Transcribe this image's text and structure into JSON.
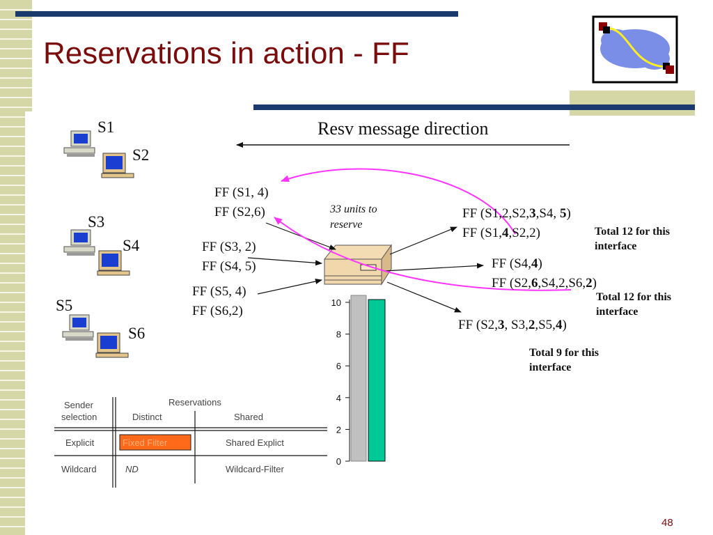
{
  "slide": {
    "title": "Reservations in action - FF",
    "page_number": "48"
  },
  "header": {
    "resv_direction": "Resv message direction"
  },
  "hosts": {
    "s1": "S1",
    "s2": "S2",
    "s3": "S3",
    "s4": "S4",
    "s5": "S5",
    "s6": "S6"
  },
  "left_flows": {
    "l1": "FF (S1, 4)",
    "l2": "FF (S2,6)",
    "l3": "FF (S3, 2)",
    "l4": "FF (S4, 5)",
    "l5": "FF (S5, 4)",
    "l6": "FF (S6,2)"
  },
  "router_note": {
    "line1": "33 units to",
    "line2": "reserve"
  },
  "right_flows": {
    "r1": [
      "FF (S1,2,S2,",
      "3",
      ",S4, ",
      "5",
      ")"
    ],
    "r2": [
      "FF (S1,",
      "4",
      ",S2,2)"
    ],
    "r3": [
      "FF (S4,",
      "4",
      ")"
    ],
    "r4": [
      "FF (S2,",
      "6",
      ",S4,2,S6,",
      "2",
      ")"
    ],
    "r5": [
      "FF (S2,",
      "3",
      ", S3,",
      "2",
      ",S5,",
      "4",
      ")"
    ]
  },
  "totals": {
    "t1a": "Total 12 for this",
    "t1b": "interface",
    "t2a": "Total 12 for this",
    "t2b": "interface",
    "t3a": "Total 9 for this",
    "t3b": "interface"
  },
  "table": {
    "h_sender1": "Sender",
    "h_sender2": "selection",
    "h_reservations": "Reservations",
    "h_distinct": "Distinct",
    "h_shared": "Shared",
    "r1_label": "Explicit",
    "r1_distinct": "Fixed Filter",
    "r1_shared": "Shared Explict",
    "r2_label": "Wildcard",
    "r2_distinct": "ND",
    "r2_shared": "Wildcard-Filter"
  },
  "colors": {
    "title": "#7a0c0c",
    "navy_bar": "#1a3a6e",
    "stripe": "#d6d7a6",
    "arrow_magenta": "#ff33ff",
    "bar_green": "#00c896",
    "bar_gray": "#c0c0c0",
    "fixed_filter_fill": "#ff6a1a"
  },
  "chart_data": {
    "type": "bar",
    "categories": [
      "",
      ""
    ],
    "values": [
      10,
      10
    ],
    "yticks": [
      0,
      2,
      4,
      6,
      8,
      10
    ],
    "ylim": [
      0,
      10
    ],
    "title": "",
    "xlabel": "",
    "ylabel": ""
  }
}
